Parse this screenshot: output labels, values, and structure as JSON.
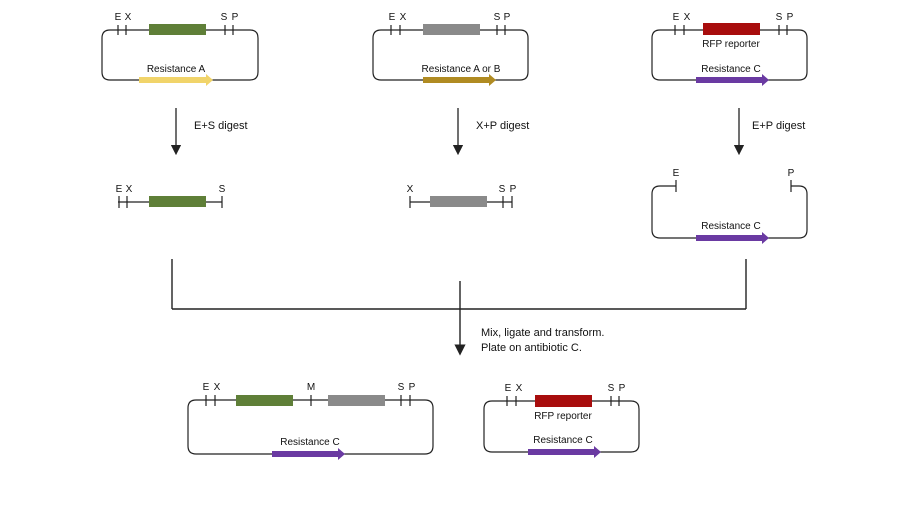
{
  "colors": {
    "green": "#5f7f38",
    "gray": "#8a8a8a",
    "red": "#a80d0d",
    "yellow": "#f1d46a",
    "olive": "#b08b22",
    "purple": "#6a3aa2",
    "line": "#222222"
  },
  "plasmid_a": {
    "sites": [
      "E",
      "X",
      "S",
      "P"
    ],
    "resistance": "Resistance A"
  },
  "plasmid_b": {
    "sites": [
      "E",
      "X",
      "S",
      "P"
    ],
    "resistance": "Resistance A or B"
  },
  "plasmid_c": {
    "sites": [
      "E",
      "X",
      "S",
      "P"
    ],
    "insert": "RFP reporter",
    "resistance": "Resistance C"
  },
  "digests": {
    "a": "E+S digest",
    "b": "X+P digest",
    "c": "E+P digest"
  },
  "fragment_a": {
    "sites": [
      "E",
      "X",
      "S"
    ]
  },
  "fragment_b": {
    "sites": [
      "X",
      "S",
      "P"
    ]
  },
  "backbone_c": {
    "sites": [
      "E",
      "P"
    ],
    "resistance": "Resistance C"
  },
  "ligation": {
    "line1": "Mix, ligate and transform.",
    "line2": "Plate on antibiotic C."
  },
  "product_1": {
    "sites": [
      "E",
      "X",
      "M",
      "S",
      "P"
    ],
    "resistance": "Resistance C"
  },
  "product_2": {
    "sites": [
      "E",
      "X",
      "S",
      "P"
    ],
    "insert": "RFP reporter",
    "resistance": "Resistance C"
  }
}
